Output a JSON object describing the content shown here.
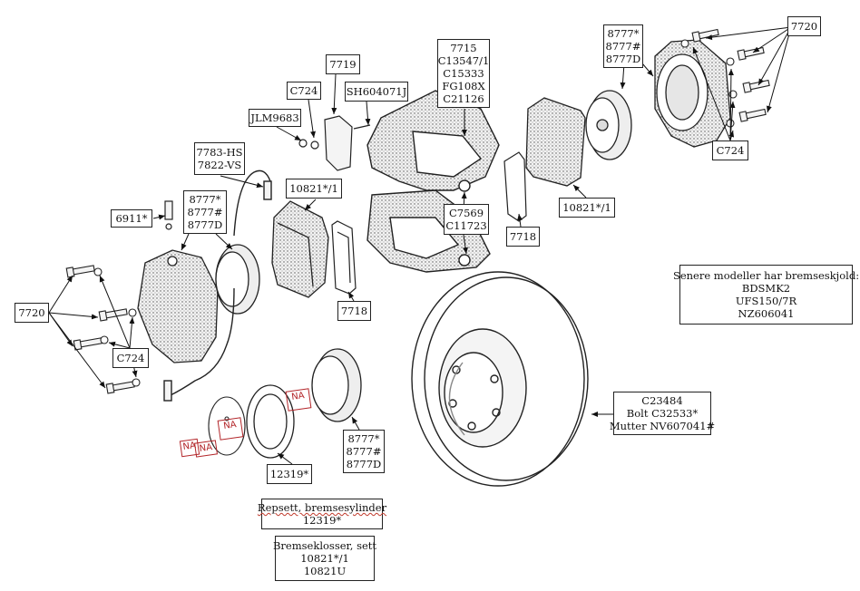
{
  "diagram": {
    "labels": {
      "l7720_tr": "7720",
      "l7720_l": "7720",
      "l8777_top": [
        "8777*",
        "8777#",
        "8777D"
      ],
      "l8777_left": [
        "8777*",
        "8777#",
        "8777D"
      ],
      "l8777_bottom": [
        "8777*",
        "8777#",
        "8777D"
      ],
      "l7715": [
        "7715",
        "C13547/1",
        "C15333",
        "FG108X",
        "C21126"
      ],
      "l7719": "7719",
      "lC724_top": "C724",
      "lC724_right": "C724",
      "lC724_left": "C724",
      "lSH": "SH604071J",
      "lJLM": "JLM9683",
      "l7783": [
        "7783-HS",
        "7822-VS"
      ],
      "l10821_left": "10821*/1",
      "l10821_right": "10821*/1",
      "l6911": "6911*",
      "lC7569": [
        "C7569",
        "C11723"
      ],
      "l7718_right": "7718",
      "l7718_left": "7718",
      "l12319": "12319*",
      "lC23484": [
        "C23484",
        "Bolt C32533*",
        "Mutter NV607041#"
      ],
      "lSenere": [
        "Senere modeller har bremseskjold:",
        "BDSMK2",
        "UFS150/7R",
        "NZ606041"
      ],
      "lRepsett": [
        "Repsett, bremsesylinder",
        "12319*"
      ],
      "lBremse": [
        "Bremseklosser, sett",
        "10821*/1",
        "10821U"
      ]
    },
    "na_marks": [
      "NA",
      "NA",
      "NA",
      "NA"
    ]
  }
}
